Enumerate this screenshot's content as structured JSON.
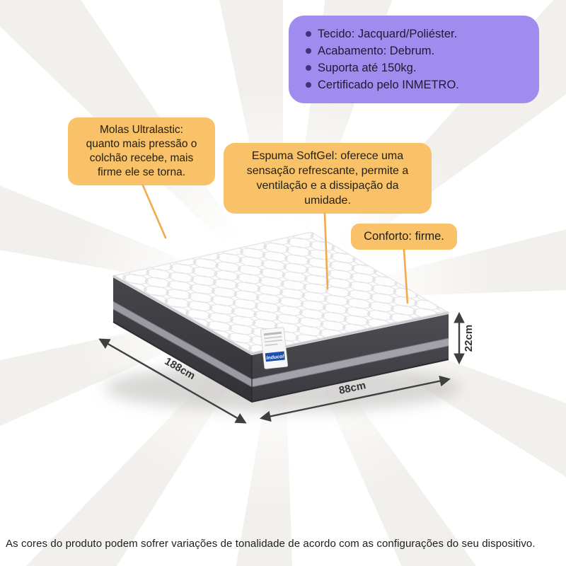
{
  "features": {
    "items": [
      "Tecido: Jacquard/Poliéster.",
      "Acabamento: Debrum.",
      "Suporta até 150kg.",
      "Certificado pelo INMETRO."
    ]
  },
  "callouts": {
    "molas": "Molas Ultralastic:\nquanto mais pressão o\ncolchão recebe, mais\nfirme ele se torna.",
    "espuma": "Espuma SoftGel: oferece uma\nsensação refrescante, permite a\nventilação e a dissipação da\numidade.",
    "conforto": "Conforto: firme."
  },
  "dimensions": {
    "length": "188cm",
    "width": "88cm",
    "height": "22cm"
  },
  "label": {
    "brand": "Inducol"
  },
  "disclaimer": "As cores do produto podem sofrer variações de tonalidade de acordo com as configurações do seu dispositivo.",
  "colors": {
    "purple_box": "#a08cee",
    "bullet": "#43307e",
    "orange_box": "#f9c269",
    "connector": "#f2a94a",
    "mattress_side": "#3d3d42",
    "stripe": "#9a9aa2",
    "arrow": "#3f3f3f",
    "label_blue": "#1d4fae"
  }
}
